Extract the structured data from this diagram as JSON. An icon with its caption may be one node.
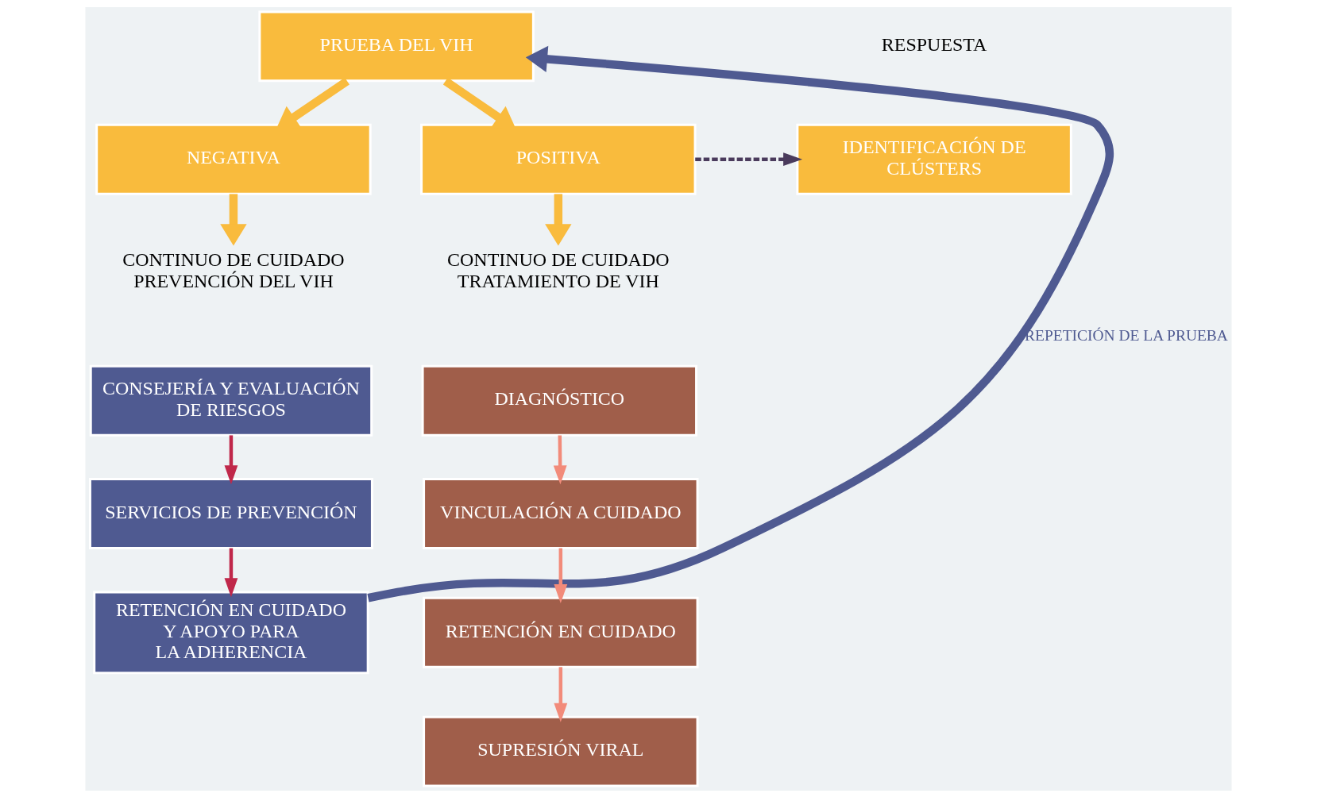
{
  "diagram": {
    "nodes": [
      {
        "text": [
          "PRUEBA DEL VIH"
        ]
      },
      {
        "text": [
          "NEGATIVA"
        ]
      },
      {
        "text": [
          "POSITIVA"
        ]
      },
      {
        "text": [
          "IDENTIFICACIÓN DE CLÚSTERS"
        ]
      },
      {
        "text": [
          "CONTINUO DE CUIDADO PREVENCIÓN DEL VIH"
        ]
      },
      {
        "text": [
          "CONSEJERÍA Y EVALUACIÓN DE RIESGOS"
        ]
      },
      {
        "text": [
          "SERVICIOS DE PREVENCIÓN"
        ]
      },
      {
        "text": [
          "RETENCIÓN EN CUIDADO Y APOYO PARA LA ADHERENCIA"
        ]
      },
      {
        "text": [
          "CONTINUO DE CUIDADO TRATAMIENTO DE VIH"
        ]
      },
      {
        "text": [
          "DIAGNÓSTICO"
        ]
      },
      {
        "text": [
          "VINCULACIÓN A CUIDADO"
        ]
      },
      {
        "text": [
          "RETENCIÓN EN CUIDADO"
        ]
      },
      {
        "text": [
          "SUPRESIÓN VIRAL"
        ]
      }
    ],
    "edges": [
      {
        "from": 0,
        "to": 1,
        "arrow": "to",
        "style": "thick"
      },
      {
        "from": 0,
        "to": 2,
        "arrow": "to",
        "style": "thick"
      },
      {
        "from": 1,
        "to": 4,
        "arrow": "to",
        "style": "thick"
      },
      {
        "from": 2,
        "to": 8,
        "arrow": "to",
        "style": "thick"
      },
      {
        "from": 2,
        "to": 3,
        "arrow": "to",
        "style": "dashed",
        "color": "#4a3b5c"
      },
      {
        "from": 5,
        "to": 6,
        "arrow": "to",
        "color": "#c0284a"
      },
      {
        "from": 6,
        "to": 7,
        "arrow": "to",
        "color": "#c0284a"
      },
      {
        "from": 7,
        "to": 0,
        "arrow": "to",
        "label": "REPETICIÓN DE LA PRUEBA",
        "style": "thick",
        "color": "#4f5a91"
      },
      {
        "from": 9,
        "to": 10,
        "arrow": "to",
        "color": "#f28b7a"
      },
      {
        "from": 10,
        "to": 11,
        "arrow": "to",
        "color": "#f28b7a"
      },
      {
        "from": 11,
        "to": 12,
        "arrow": "to",
        "color": "#f28b7a"
      }
    ],
    "labels": [
      "RESPUESTA"
    ]
  }
}
